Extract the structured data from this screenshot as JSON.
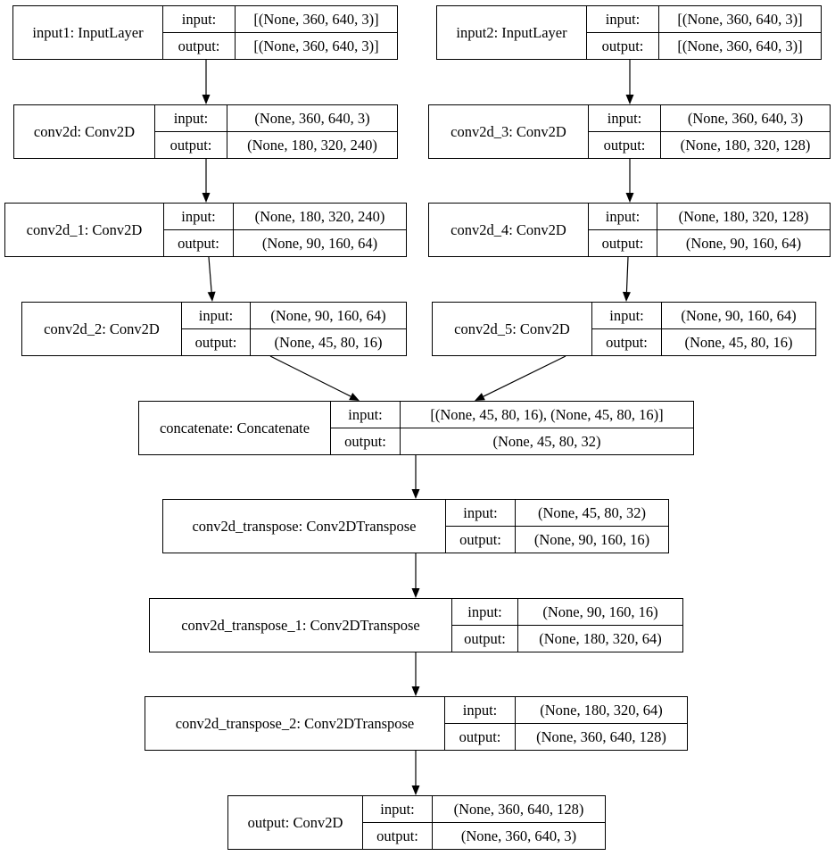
{
  "nodes": [
    {
      "id": "input1",
      "name": "input1: InputLayer",
      "io_in": "input:",
      "io_out": "output:",
      "in": "[(None, 360, 640, 3)]",
      "out": "[(None, 360, 640, 3)]"
    },
    {
      "id": "input2",
      "name": "input2: InputLayer",
      "io_in": "input:",
      "io_out": "output:",
      "in": "[(None, 360, 640, 3)]",
      "out": "[(None, 360, 640, 3)]"
    },
    {
      "id": "conv2d",
      "name": "conv2d: Conv2D",
      "io_in": "input:",
      "io_out": "output:",
      "in": "(None, 360, 640, 3)",
      "out": "(None, 180, 320, 240)"
    },
    {
      "id": "conv2d_3",
      "name": "conv2d_3: Conv2D",
      "io_in": "input:",
      "io_out": "output:",
      "in": "(None, 360, 640, 3)",
      "out": "(None, 180, 320, 128)"
    },
    {
      "id": "conv2d_1",
      "name": "conv2d_1: Conv2D",
      "io_in": "input:",
      "io_out": "output:",
      "in": "(None, 180, 320, 240)",
      "out": "(None, 90, 160, 64)"
    },
    {
      "id": "conv2d_4",
      "name": "conv2d_4: Conv2D",
      "io_in": "input:",
      "io_out": "output:",
      "in": "(None, 180, 320, 128)",
      "out": "(None, 90, 160, 64)"
    },
    {
      "id": "conv2d_2",
      "name": "conv2d_2: Conv2D",
      "io_in": "input:",
      "io_out": "output:",
      "in": "(None, 90, 160, 64)",
      "out": "(None, 45, 80, 16)"
    },
    {
      "id": "conv2d_5",
      "name": "conv2d_5: Conv2D",
      "io_in": "input:",
      "io_out": "output:",
      "in": "(None, 90, 160, 64)",
      "out": "(None, 45, 80, 16)"
    },
    {
      "id": "concatenate",
      "name": "concatenate: Concatenate",
      "io_in": "input:",
      "io_out": "output:",
      "in": "[(None, 45, 80, 16), (None, 45, 80, 16)]",
      "out": "(None, 45, 80, 32)"
    },
    {
      "id": "conv2d_transpose",
      "name": "conv2d_transpose: Conv2DTranspose",
      "io_in": "input:",
      "io_out": "output:",
      "in": "(None, 45, 80, 32)",
      "out": "(None, 90, 160, 16)"
    },
    {
      "id": "conv2d_transpose_1",
      "name": "conv2d_transpose_1: Conv2DTranspose",
      "io_in": "input:",
      "io_out": "output:",
      "in": "(None, 90, 160, 16)",
      "out": "(None, 180, 320, 64)"
    },
    {
      "id": "conv2d_transpose_2",
      "name": "conv2d_transpose_2: Conv2DTranspose",
      "io_in": "input:",
      "io_out": "output:",
      "in": "(None, 180, 320, 64)",
      "out": "(None, 360, 640, 128)"
    },
    {
      "id": "output",
      "name": "output: Conv2D",
      "io_in": "input:",
      "io_out": "output:",
      "in": "(None, 360, 640, 128)",
      "out": "(None, 360, 640, 3)"
    }
  ],
  "edges": [
    {
      "from": "input1",
      "to": "conv2d"
    },
    {
      "from": "conv2d",
      "to": "conv2d_1"
    },
    {
      "from": "conv2d_1",
      "to": "conv2d_2"
    },
    {
      "from": "input2",
      "to": "conv2d_3"
    },
    {
      "from": "conv2d_3",
      "to": "conv2d_4"
    },
    {
      "from": "conv2d_4",
      "to": "conv2d_5"
    },
    {
      "from": "conv2d_2",
      "to": "concatenate"
    },
    {
      "from": "conv2d_5",
      "to": "concatenate"
    },
    {
      "from": "concatenate",
      "to": "conv2d_transpose"
    },
    {
      "from": "conv2d_transpose",
      "to": "conv2d_transpose_1"
    },
    {
      "from": "conv2d_transpose_1",
      "to": "conv2d_transpose_2"
    },
    {
      "from": "conv2d_transpose_2",
      "to": "output"
    }
  ]
}
